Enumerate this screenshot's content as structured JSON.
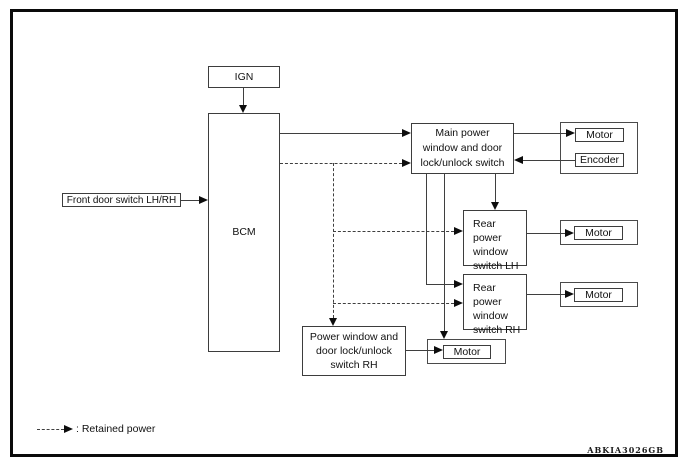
{
  "diagram": {
    "kind": "power-window-system-block-diagram",
    "nodes": {
      "ign": {
        "label": "IGN"
      },
      "bcm": {
        "label": "BCM"
      },
      "front_door_switch": {
        "label": "Front door switch LH/RH"
      },
      "main_power_switch": {
        "label": "Main power\nwindow and door\nlock/unlock switch"
      },
      "motor_front_lh": {
        "label": "Motor"
      },
      "encoder": {
        "label": "Encoder"
      },
      "rear_switch_lh": {
        "label": "Rear power\nwindow\nswitch LH"
      },
      "motor_rear_lh": {
        "label": "Motor"
      },
      "rear_switch_rh": {
        "label": "Rear power\nwindow\nswitch RH"
      },
      "motor_rear_rh": {
        "label": "Motor"
      },
      "pw_switch_rh": {
        "label": "Power window and\ndoor lock/unlock\nswitch RH"
      },
      "motor_front_rh": {
        "label": "Motor"
      }
    },
    "edges": [
      {
        "from": "ign",
        "to": "bcm",
        "style": "solid"
      },
      {
        "from": "front_door_switch",
        "to": "bcm",
        "style": "solid"
      },
      {
        "from": "bcm",
        "to": "main_power_switch",
        "style": "solid"
      },
      {
        "from": "bcm",
        "to": "main_power_switch",
        "style": "dashed-retained-power"
      },
      {
        "from": "main_power_switch",
        "to": "motor_front_lh",
        "style": "solid"
      },
      {
        "from": "encoder",
        "to": "main_power_switch",
        "style": "solid"
      },
      {
        "from": "main_power_switch",
        "to": "rear_switch_lh",
        "style": "solid"
      },
      {
        "from": "main_power_switch",
        "to": "rear_switch_rh",
        "style": "solid"
      },
      {
        "from": "main_power_switch",
        "to": "motor_front_rh",
        "style": "solid"
      },
      {
        "from": "rear_switch_lh",
        "to": "motor_rear_lh",
        "style": "solid"
      },
      {
        "from": "rear_switch_rh",
        "to": "motor_rear_rh",
        "style": "solid"
      },
      {
        "from": "pw_switch_rh",
        "to": "motor_front_rh",
        "style": "solid"
      },
      {
        "from": "bcm",
        "to": "rear_switch_lh",
        "style": "dashed-retained-power"
      },
      {
        "from": "bcm",
        "to": "rear_switch_rh",
        "style": "dashed-retained-power"
      },
      {
        "from": "bcm",
        "to": "pw_switch_rh",
        "style": "dashed-retained-power"
      }
    ],
    "legend": {
      "label": ": Retained power"
    },
    "footer": {
      "code": "ABKIA3026GB"
    },
    "colors": {
      "line": "#3f3f3f",
      "arrow": "#0d0d0d",
      "border": "#0a0a0a",
      "background": "#ffffff"
    }
  }
}
